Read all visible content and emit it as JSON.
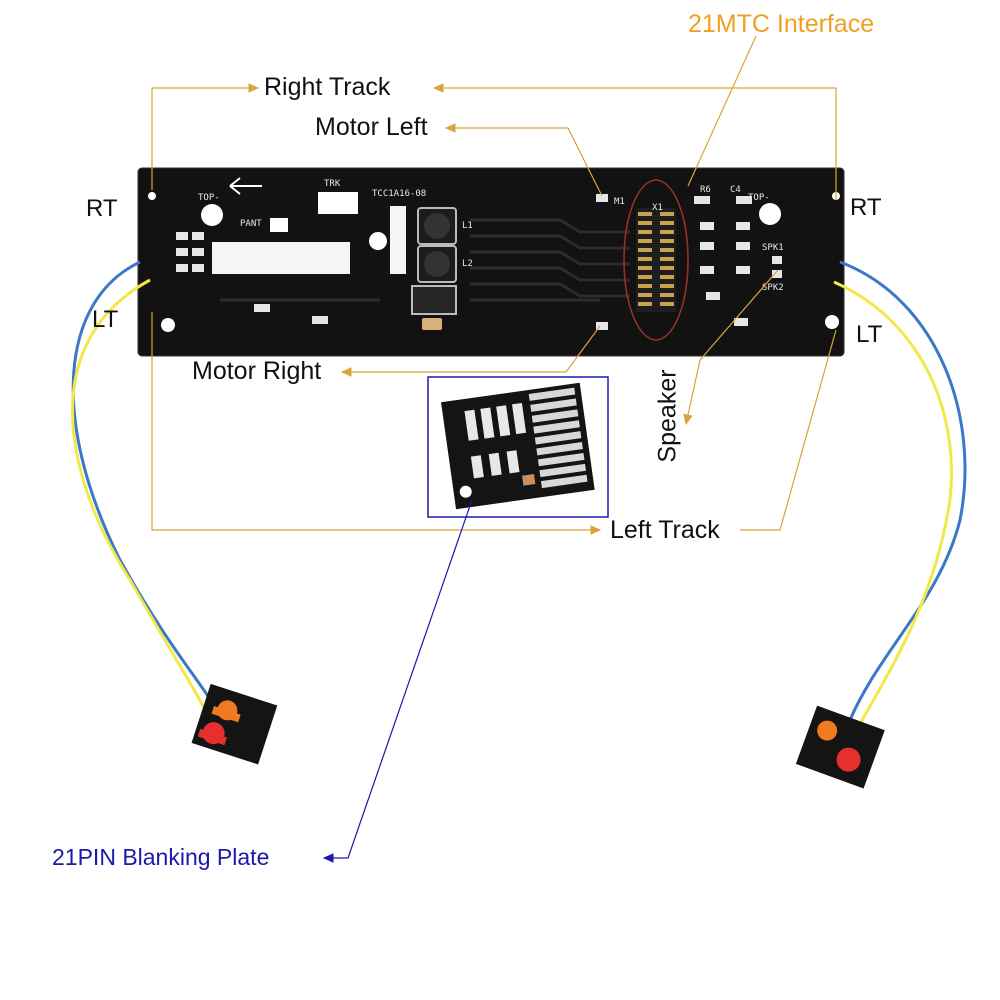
{
  "labels": {
    "interface": "21MTC Interface",
    "right_track": "Right Track",
    "motor_left": "Motor Left",
    "motor_right": "Motor Right",
    "speaker": "Speaker",
    "left_track": "Left Track",
    "blanking_plate": "21PIN Blanking Plate",
    "rt_left": "RT",
    "lt_left": "LT",
    "rt_right": "RT",
    "lt_right": "LT"
  },
  "silkscreen": {
    "board_id": "TCC1A16-08",
    "trk": "TRK",
    "pant": "PANT",
    "top_left": "TOP-",
    "top_right": "TOP-",
    "x1": "X1",
    "m1": "M1",
    "r6": "R6",
    "c4": "C4",
    "spk1": "SPK1",
    "spk2": "SPK2",
    "l1": "L1",
    "l2": "L2"
  },
  "colors": {
    "arrow_orange": "#d9a43a",
    "arrow_blue": "#1a1aa8",
    "pcb": "#121212",
    "wire_blue": "#3a78c8",
    "wire_yellow": "#f2e84a"
  }
}
